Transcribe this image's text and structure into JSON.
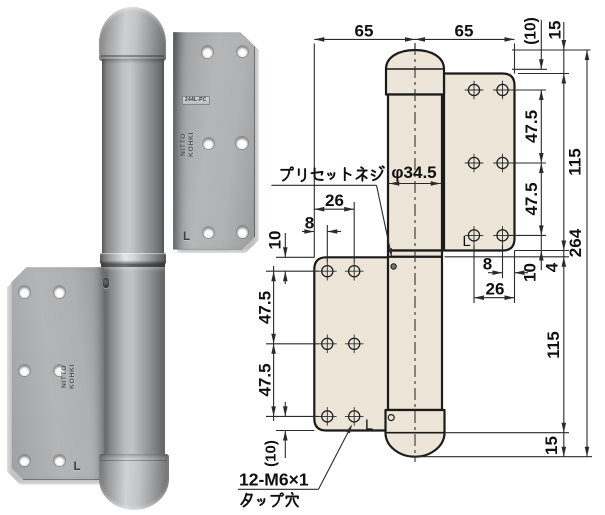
{
  "figure": {
    "type": "product photo with dimensioned drawing",
    "background": "#ffffff"
  },
  "photo": {
    "model_stamp": "244L-PC",
    "logo_brand_line1": "NITTO",
    "logo_brand_line2": "KOHKI",
    "hand_mark_upper_leaf": "L",
    "hand_mark_lower_leaf": "L",
    "body_color": "#b4b6b8"
  },
  "drawing": {
    "plate_fill": "#ece5d8",
    "line_color": "#1b1b1b",
    "dims": {
      "top_left_65": "65",
      "top_right_65": "65",
      "top_paren10": "(10)",
      "top_15": "15",
      "right_475_upper": "47.5",
      "right_115_upper": "115",
      "right_475_lower": "47.5",
      "overall_264": "264",
      "right_8": "8",
      "right_10": "10",
      "right_4": "4",
      "right_26": "26",
      "right_115_lower": "115",
      "bottom_15": "15",
      "left_8": "8",
      "left_26": "26",
      "left_10": "10",
      "left_475_upper": "47.5",
      "left_475_lower": "47.5",
      "left_paren10": "(10)",
      "barrel_diameter": "φ34.5"
    },
    "labels": {
      "preset_screw": "プリセットネジ",
      "tap_spec": "12-M6×1",
      "tap_hole": "タップ穴",
      "hand_mark_right": "L",
      "hand_mark_left": "L"
    }
  }
}
